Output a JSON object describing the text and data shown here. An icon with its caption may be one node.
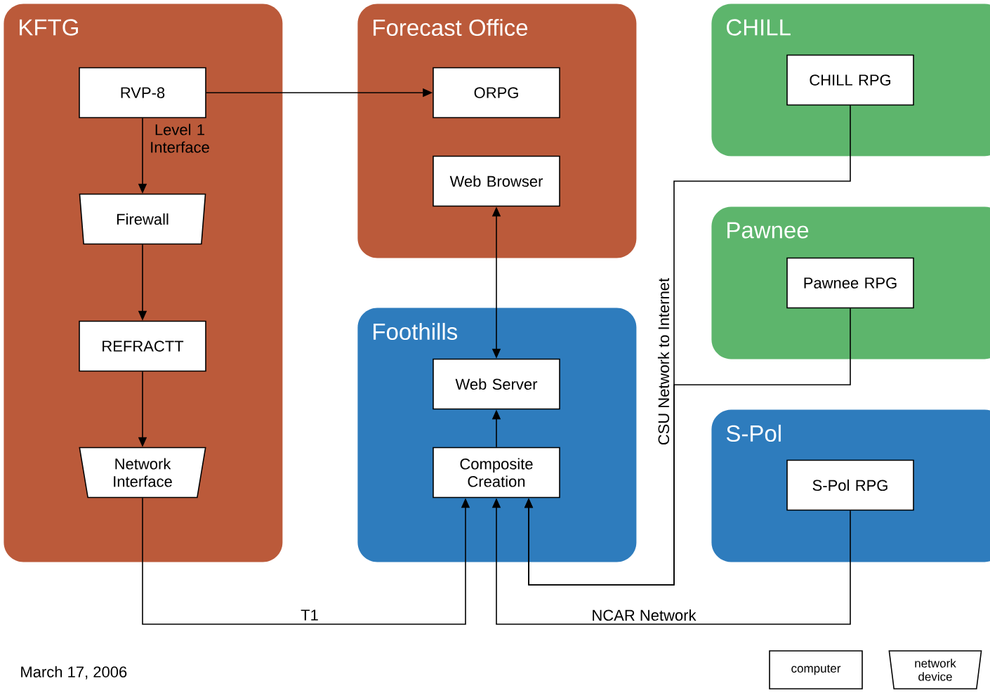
{
  "diagram": {
    "nodes": [
      {
        "text": [
          "KFTG"
        ]
      },
      {
        "text": [
          "RVP-8"
        ],
        "in": 0
      },
      {
        "text": [
          "Firewall"
        ],
        "in": 0
      },
      {
        "text": [
          "REFRACTT"
        ],
        "in": 0
      },
      {
        "text": [
          "Network Interface"
        ],
        "in": 0
      },
      {
        "text": [
          "Forecast Office"
        ]
      },
      {
        "text": [
          "ORPG"
        ],
        "in": 5
      },
      {
        "text": [
          "Web Browser"
        ],
        "in": 5
      },
      {
        "text": [
          "CHILL"
        ]
      },
      {
        "text": [
          "CHILL RPG"
        ],
        "in": 8
      },
      {
        "text": [
          "Pawnee"
        ]
      },
      {
        "text": [
          "Pawnee RPG"
        ],
        "in": 10
      },
      {
        "text": [
          "Foothills"
        ]
      },
      {
        "text": [
          "Web Server"
        ],
        "in": 12
      },
      {
        "text": [
          "Composite Creation"
        ],
        "in": 12
      },
      {
        "text": [
          "S-Pol"
        ]
      },
      {
        "text": [
          "S-Pol RPG"
        ],
        "in": 15
      }
    ],
    "edges": [
      {
        "from": 1,
        "to": 6,
        "arrow": "to"
      },
      {
        "from": 1,
        "to": 2,
        "arrow": "to",
        "label": "Level 1 Interface"
      },
      {
        "from": 2,
        "to": 3,
        "arrow": "to"
      },
      {
        "from": 3,
        "to": 4,
        "arrow": "to"
      },
      {
        "from": 13,
        "to": 7,
        "arrow": "both"
      },
      {
        "from": 14,
        "to": 13,
        "arrow": "to"
      },
      {
        "from": 4,
        "to": 14,
        "arrow": "to",
        "label": "T1"
      },
      {
        "from": 16,
        "to": 14,
        "arrow": "to",
        "label": "NCAR Network"
      },
      {
        "from": 9,
        "to": 14,
        "arrow": "to",
        "label": "CSU Network to Internet"
      },
      {
        "from": 11,
        "to": 14,
        "arrow": "to"
      }
    ],
    "labels": [
      "March 17, 2006"
    ],
    "legend": [
      {
        "text": "computer"
      },
      {
        "text": "network device"
      }
    ]
  }
}
